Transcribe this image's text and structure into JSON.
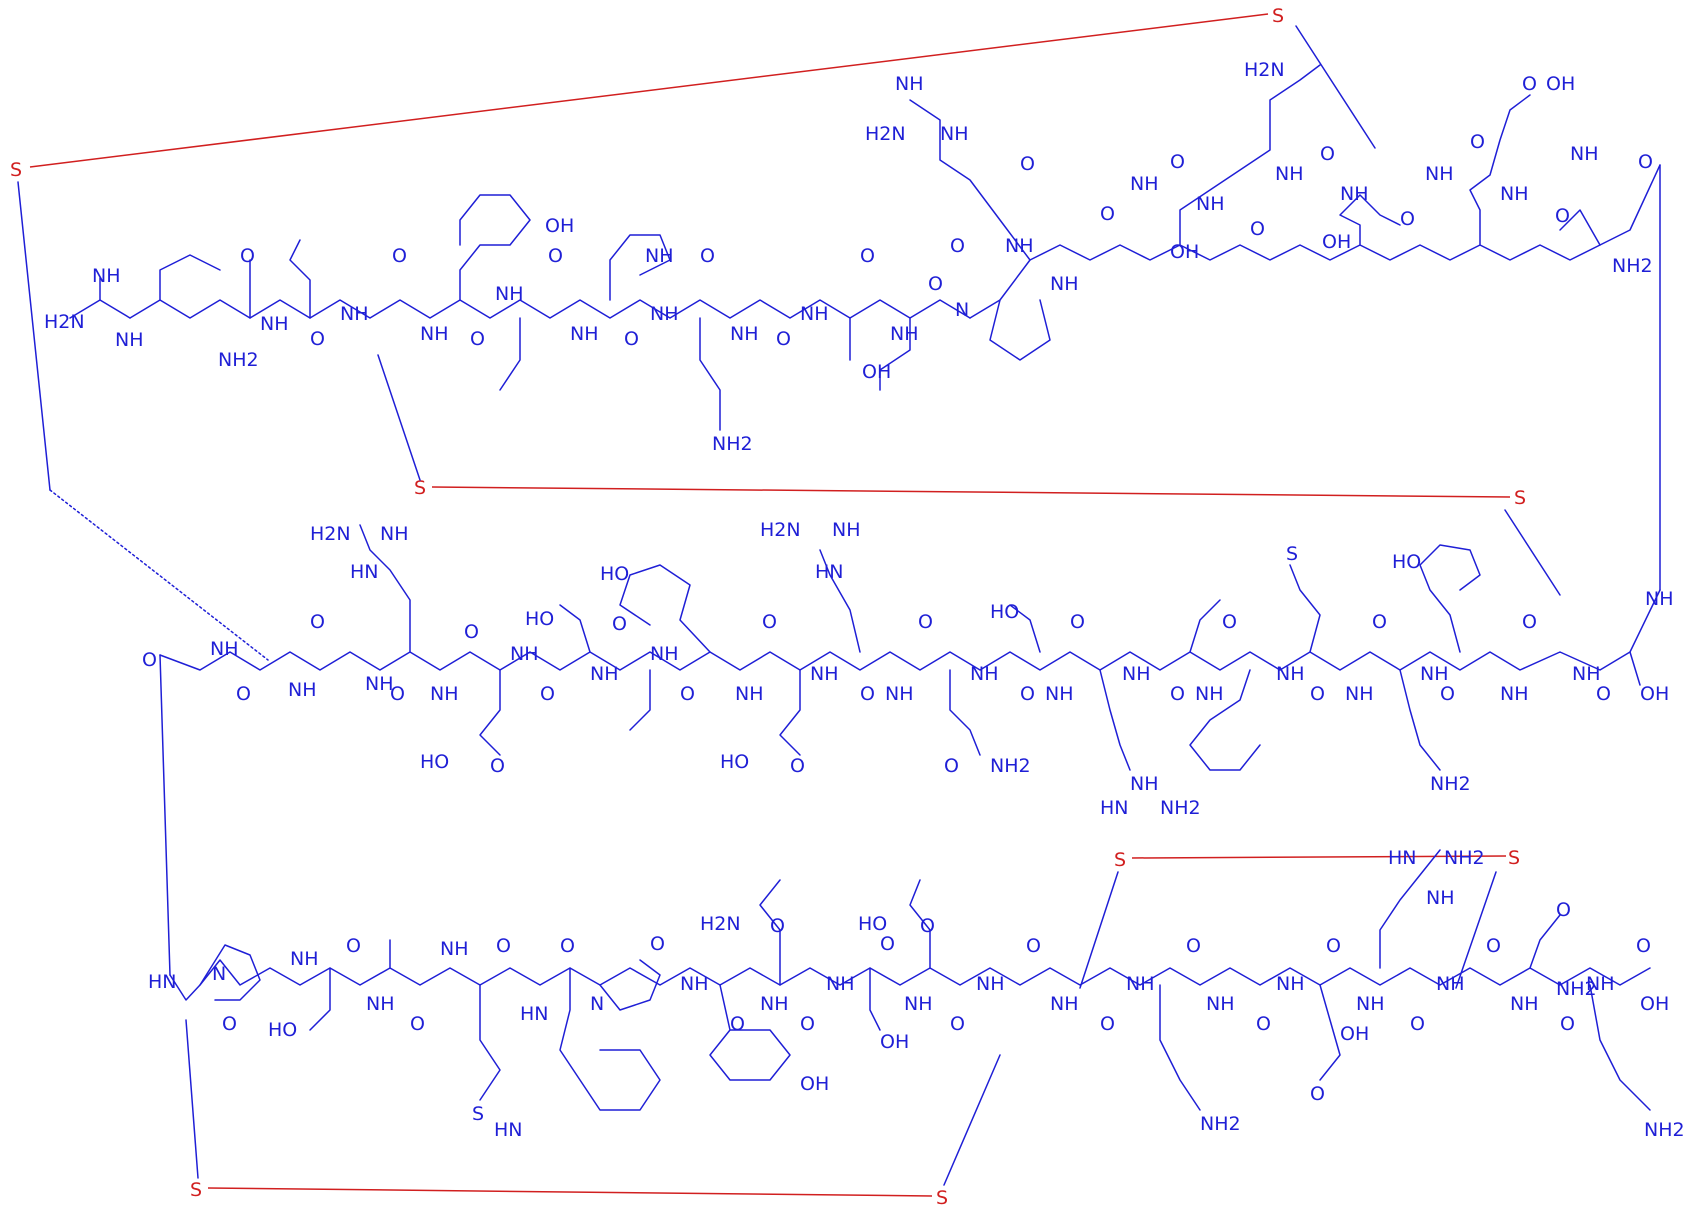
{
  "colors": {
    "backbone": "#1f1fd6",
    "disulfide": "#d11f1f",
    "background": "#ffffff"
  },
  "labels": {
    "guanidine_NH": "NH",
    "guanidine_H2N": "H2N",
    "guanidine_HN": "HN",
    "guanidine_NH2": "NH2",
    "amine_NH2": "NH2",
    "amine_H2N": "H2N",
    "amide_NH": "NH",
    "amide_HN": "HN",
    "amide_N": "N",
    "carbonyl_O": "O",
    "hydroxyl_OH": "OH",
    "hydroxyl_HO": "HO",
    "acid": "OH",
    "acid_HO": "HO",
    "sulfur": "S",
    "indole_HN": "HN",
    "imidazole_NH": "NH"
  }
}
